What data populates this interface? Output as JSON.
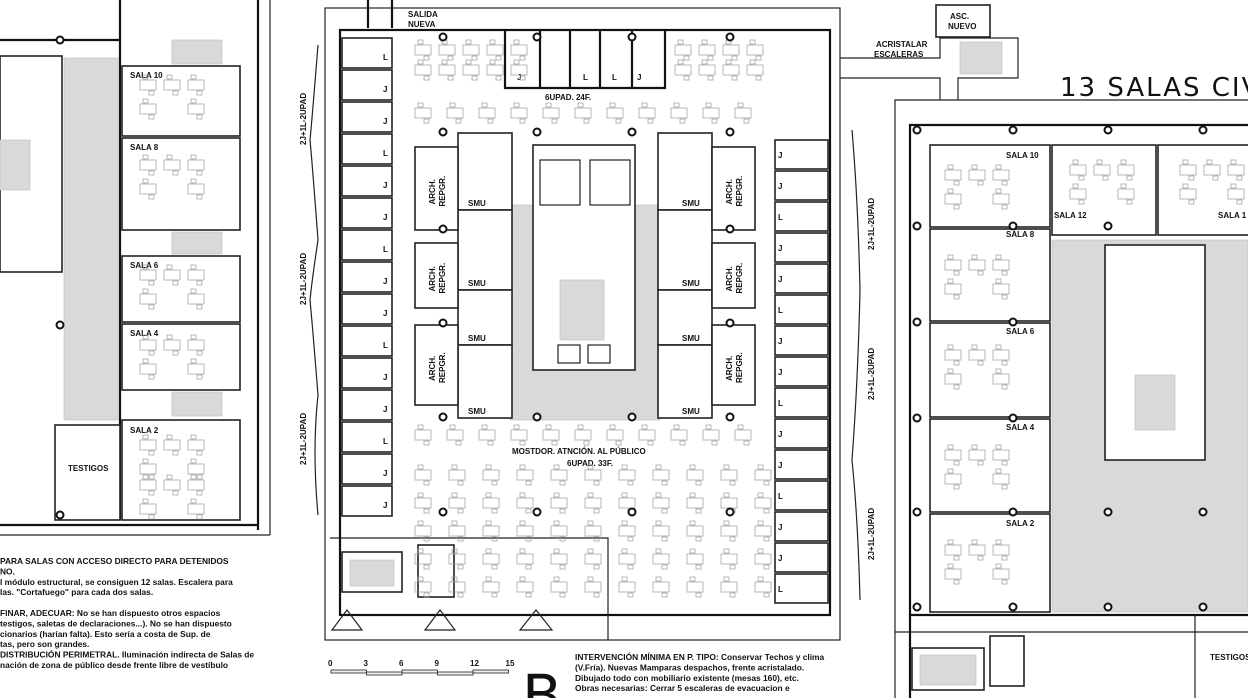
{
  "left_plan": {
    "rooms": [
      "SALA 10",
      "SALA 8",
      "SALA 6",
      "SALA 4",
      "SALA 2"
    ],
    "testigos": "TESTIGOS"
  },
  "center_plan": {
    "exit_label": [
      "SALIDA",
      "NUEVA"
    ],
    "top_group": "6UPAD. 24F.",
    "counter": "MOSTDOR. ATNCIÓN. AL PÚBLICO",
    "bottom_group": "6UPAD. 33F.",
    "archive": [
      "ARCH.",
      "REPGR."
    ],
    "smu": "SMU",
    "office_marks": [
      "J",
      "L"
    ],
    "side_labels": "2J+1L-2UPAD",
    "scale_ticks": [
      "0",
      "3",
      "6",
      "9",
      "12",
      "15"
    ],
    "plan_letter": "B"
  },
  "right_plan": {
    "title": "13 SALAS CIV",
    "elevator": [
      "ASC.",
      "NUEVO"
    ],
    "glaze_stairs": [
      "ACRISTALAR",
      "ESCALERAS"
    ],
    "rooms": [
      "SALA 10",
      "SALA 12",
      "SALA 1",
      "SALA 8",
      "SALA 6",
      "SALA 4",
      "SALA 2"
    ],
    "testigos": "TESTIGOS"
  },
  "notes_left": [
    "PARA SALAS CON ACCESO DIRECTO PARA DETENIDOS",
    "NO.",
    "l módulo estructural, se consiguen 12 salas. Escalera para",
    "las. \"Cortafuego\" para cada dos salas.",
    "",
    "FINAR, ADECUAR: No se han dispuesto otros espacios",
    "testigos, saletas de declaraciones...). No se han  dispuesto",
    "cionarios (harían falta). Esto sería a costa de Sup. de",
    "tas, pero son grandes.",
    "DISTRIBUCIÓN PERIMETRAL. Iluminación indirecta de Salas de",
    "nación de zona de público desde frente libre de vestíbulo"
  ],
  "notes_center": [
    "INTERVENCIÓN MÍNIMA EN P. TIPO: Conservar Techos y clima",
    "(V.Fría). Nuevas Mamparas despachos, frente acristalado.",
    "Dibujado todo con mobiliario existente (mesas 160), etc.",
    "Obras necesarias: Cerrar 5 escaleras de evacuacion e"
  ]
}
